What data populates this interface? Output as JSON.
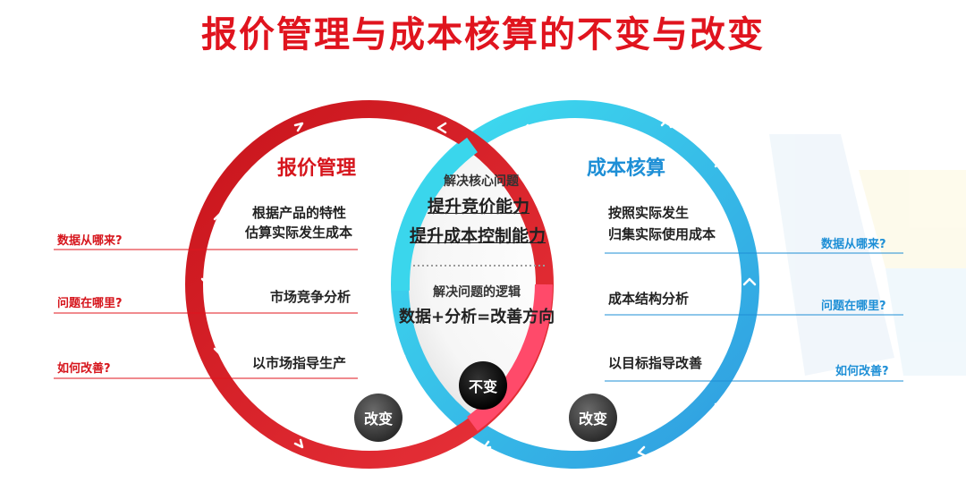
{
  "title": "报价管理与成本核算的不变与改变",
  "left": {
    "heading": "报价管理",
    "line1a": "根据产品的特性",
    "line1b": "估算实际发生成本",
    "line2": "市场竞争分析",
    "line3": "以市场指导生产"
  },
  "right": {
    "heading": "成本核算",
    "line1a": "按照实际发生",
    "line1b": "归集实际使用成本",
    "line2": "成本结构分析",
    "line3": "以目标指导改善"
  },
  "center": {
    "core_label": "解决核心问题",
    "core_item1": "提升竞价能力",
    "core_item2": "提升成本控制能力",
    "logic_label": "解决问题的逻辑",
    "logic_formula": "数据+分析=改善方向"
  },
  "questions_left": [
    "数据从哪来?",
    "问题在哪里?",
    "如何改善?"
  ],
  "questions_right": [
    "数据从哪来?",
    "问题在哪里?",
    "如何改善?"
  ],
  "badges": {
    "change_left": "改变",
    "unchanged": "不变",
    "change_right": "改变"
  },
  "colors": {
    "red": "#e0141e",
    "blue": "#1e8fd6",
    "cyan": "#3ad6ec",
    "pink": "#ff4a6a"
  }
}
